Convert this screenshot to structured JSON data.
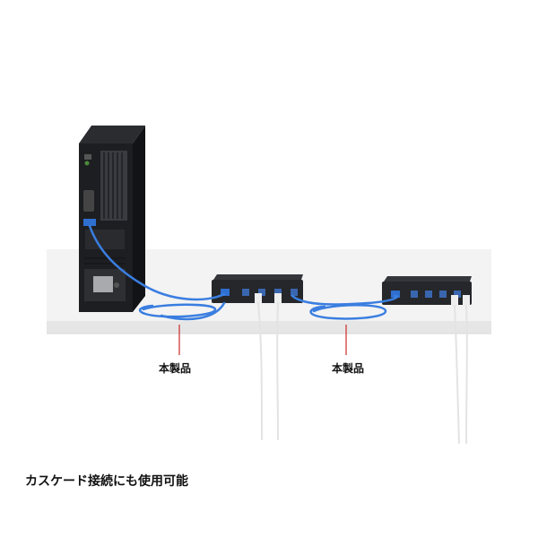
{
  "photo": {
    "colors": {
      "background": "#ffffff",
      "desk_top": "#f3f3f3",
      "desk_edge": "#e6e6e6",
      "pc_case": "#1d1e21",
      "hub_body": "#25272b",
      "usb_blue": "#2f6fd0",
      "cable_blue": "#3a7ee0",
      "white_cable": "#e9e9e9",
      "pointer_red": "#cc2a2a"
    },
    "labels": {
      "product_left": "本製品",
      "product_right": "本製品"
    },
    "caption": "カスケード接続にも使用可能"
  }
}
